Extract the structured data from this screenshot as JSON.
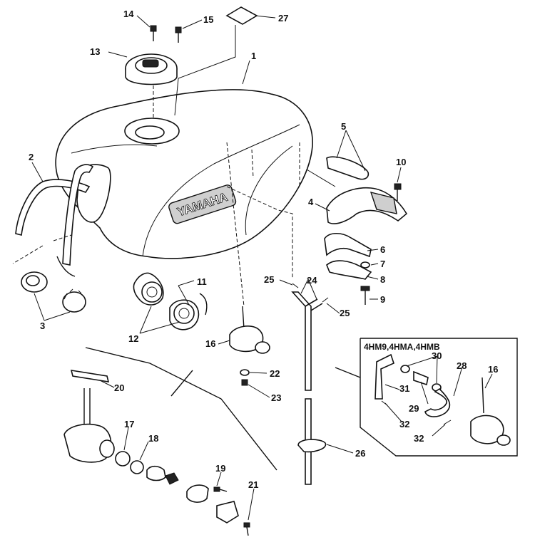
{
  "labels": {
    "p1": "1",
    "p2": "2",
    "p3": "3",
    "p4": "4",
    "p5": "5",
    "p6": "6",
    "p7": "7",
    "p8": "8",
    "p9": "9",
    "p10": "10",
    "p11": "11",
    "p12": "12",
    "p13": "13",
    "p14": "14",
    "p15": "15",
    "p16": "16",
    "p16b": "16",
    "p17": "17",
    "p18": "18",
    "p19": "19",
    "p20": "20",
    "p21": "21",
    "p22": "22",
    "p23": "23",
    "p24": "24",
    "p25a": "25",
    "p25b": "25",
    "p26": "26",
    "p27": "27",
    "p28": "28",
    "p29": "29",
    "p30": "30",
    "p31": "31",
    "p32a": "32",
    "p32b": "32"
  },
  "inset": {
    "title": "4HM9,4HMA,4HMB"
  },
  "tank_emblem": "YAMAHA"
}
